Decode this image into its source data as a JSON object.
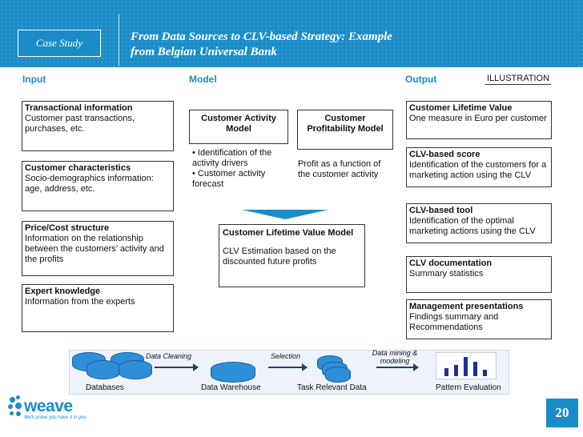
{
  "header": {
    "case_label": "Case Study",
    "title_line1": "From Data Sources to CLV-based Strategy: Example",
    "title_line2": "from Belgian Universal Bank"
  },
  "columns": {
    "input": "Input",
    "model": "Model",
    "output": "Output",
    "illustration": "ILLUSTRATION"
  },
  "inputs": [
    {
      "title": "Transactional information",
      "body": "Customer past transactions, purchases, etc."
    },
    {
      "title": "Customer characteristics",
      "body": "Socio-demographics information: age, address, etc."
    },
    {
      "title": "Price/Cost structure",
      "body": "Information on the relationship between the customers’ activity and the profits"
    },
    {
      "title": "Expert knowledge",
      "body": "Information from the experts"
    }
  ],
  "models": {
    "activity": {
      "title": "Customer Activity Model",
      "bullet1": "• Identification of the activity drivers",
      "bullet2": "• Customer activity forecast"
    },
    "profitability": {
      "title": "Customer Profitability Model",
      "body": "Profit as a function of the customer activity"
    },
    "clv": {
      "title": "Customer Lifetime Value Model",
      "body": "CLV Estimation based on the discounted future profits"
    }
  },
  "outputs": [
    {
      "title": "Customer Lifetime Value",
      "body": "One measure in Euro per customer"
    },
    {
      "title": "CLV-based score",
      "body": "Identification of the customers for a marketing action using the CLV"
    },
    {
      "title": "CLV-based tool",
      "body": "Identification of the optimal marketing actions using the CLV"
    },
    {
      "title": "CLV documentation",
      "body": "Summary statistics"
    },
    {
      "title": "Management presentations",
      "body": "Findings summary and Recommendations"
    }
  ],
  "process": {
    "step_cleaning": "Data Cleaning",
    "step_selection": "Selection",
    "step_mining": "Data mining & modeling",
    "label_databases": "Databases",
    "label_warehouse": "Data Warehouse",
    "label_task": "Task Relevant  Data",
    "label_pattern": "Pattern Evaluation"
  },
  "footer": {
    "brand": "weave",
    "tagline": "We'll prove you have it in you",
    "page_number": "20"
  },
  "colors": {
    "accent": "#1a8cc8",
    "dark_blue": "#1a3f7a"
  }
}
